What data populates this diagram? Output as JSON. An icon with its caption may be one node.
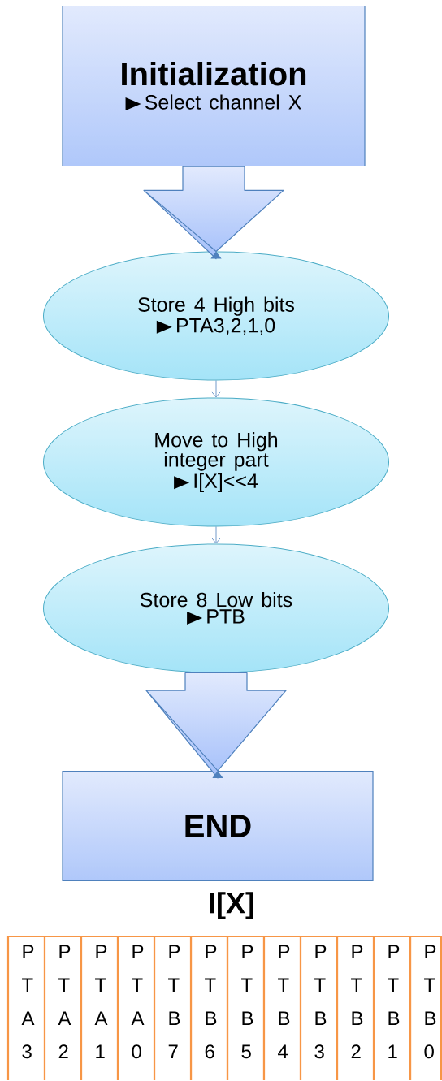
{
  "diagram": {
    "nodes": [
      {
        "text": [
          "Initialization",
          "Select channel X"
        ]
      },
      {
        "text": [
          "Store 4 High bits",
          "PTA3,2,1,0"
        ]
      },
      {
        "text": [
          "Move to High integer part",
          "I[X]<<4"
        ]
      },
      {
        "text": [
          "Store 8 Low bits",
          "PTB"
        ]
      },
      {
        "text": [
          "END"
        ]
      }
    ],
    "edges": [
      {
        "from": 0,
        "to": 1,
        "arrow": "to"
      },
      {
        "from": 1,
        "to": 2,
        "arrow": "to",
        "color": "#4f81bd"
      },
      {
        "from": 2,
        "to": 3,
        "arrow": "to",
        "color": "#4f81bd"
      },
      {
        "from": 3,
        "to": 4,
        "arrow": "to"
      }
    ],
    "labels": [
      "I[X]",
      "P T A 3",
      "P T A 2",
      "P T A 1",
      "P T A 0",
      "P T B 7",
      "P T B 6",
      "P T B 5",
      "P T B 4",
      "P T B 3",
      "P T B 2",
      "P T B 1",
      "P T B 0"
    ]
  }
}
